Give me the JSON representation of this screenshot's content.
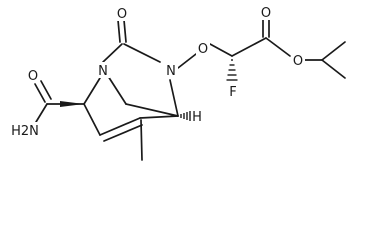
{
  "atoms": {
    "amide_n": "H2N",
    "amide_o": "O",
    "carbonyl_o_top": "O",
    "ring_n_left": "N",
    "ring_n_right": "N",
    "ether_o": "O",
    "fluorine": "F",
    "ester_o_top": "O",
    "ester_o": "O",
    "bridgehead_h": "H"
  }
}
